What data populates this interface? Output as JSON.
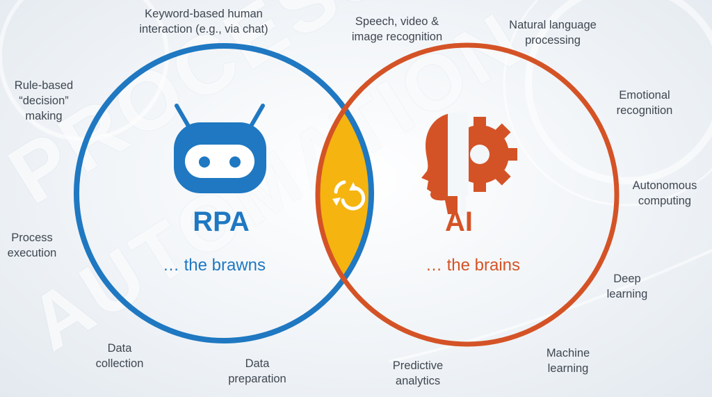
{
  "background_words": [
    "PROCESS",
    "AUTOMATION"
  ],
  "rpa": {
    "title": "RPA",
    "tagline": "… the brawns",
    "color": "#1f78c1",
    "capabilities": [
      "Keyword-based human\ninteraction (e.g., via chat)",
      "Rule-based\n“decision”\nmaking",
      "Process\nexecution",
      "Data\ncollection",
      "Data\npreparation"
    ]
  },
  "ai": {
    "title": "AI",
    "tagline": "… the brains",
    "color": "#d45326",
    "capabilities": [
      "Speech, video &\nimage recognition",
      "Natural language\nprocessing",
      "Emotional\nrecognition",
      "Autonomous\ncomputing",
      "Deep\nlearning",
      "Machine\nlearning",
      "Predictive\nanalytics"
    ]
  },
  "overlap_color": "#f5b40f",
  "icons": [
    "robot-icon",
    "head-gear-icon",
    "cycle-arrow-icon"
  ]
}
